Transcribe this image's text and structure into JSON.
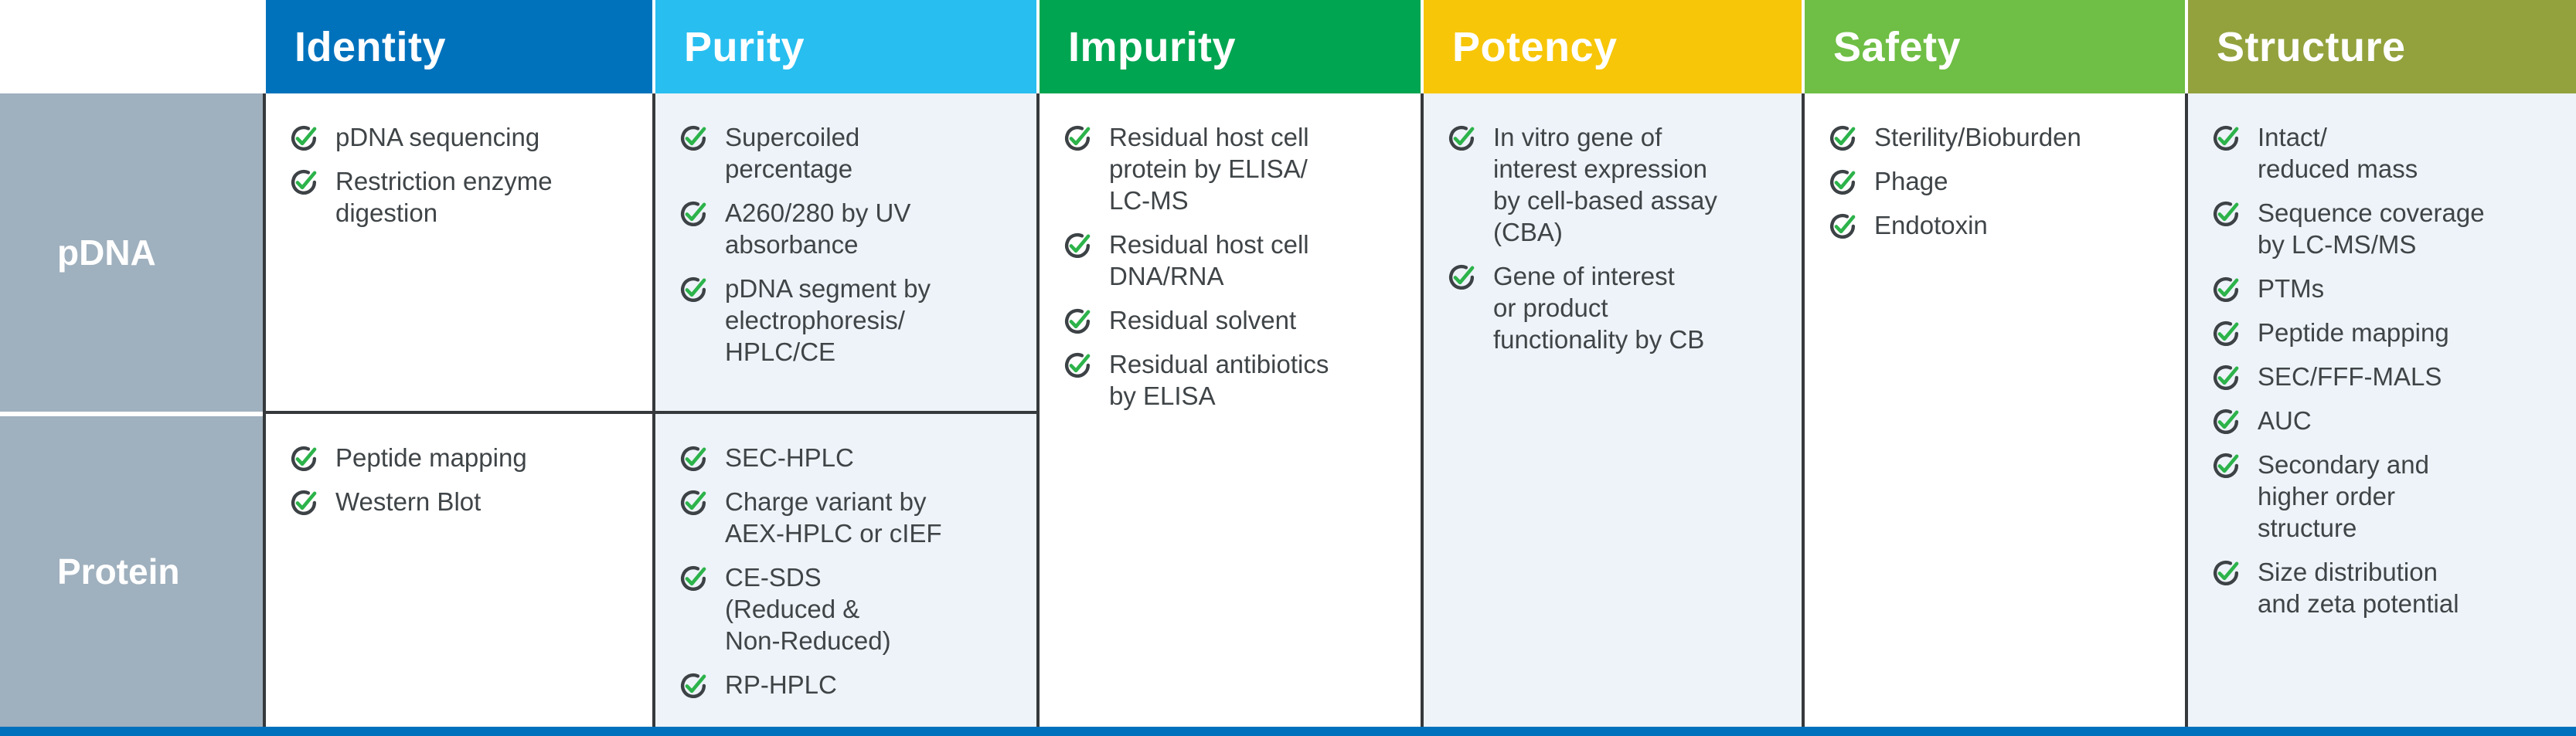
{
  "columns": {
    "identity": {
      "label": "Identity",
      "header_color": "#0072BC"
    },
    "purity": {
      "label": "Purity",
      "header_color": "#28BEF0"
    },
    "impurity": {
      "label": "Impurity",
      "header_color": "#00A551"
    },
    "potency": {
      "label": "Potency",
      "header_color": "#F7C608"
    },
    "safety": {
      "label": "Safety",
      "header_color": "#6FBE45"
    },
    "structure": {
      "label": "Structure",
      "header_color": "#93A23D"
    }
  },
  "rows": {
    "pdna": {
      "label": "pDNA"
    },
    "protein": {
      "label": "Protein"
    }
  },
  "cells": {
    "identity_pdna": {
      "items": [
        "pDNA sequencing",
        "Restriction enzyme\ndigestion"
      ]
    },
    "identity_protein": {
      "items": [
        "Peptide mapping",
        "Western Blot"
      ]
    },
    "purity_pdna": {
      "items": [
        "Supercoiled\npercentage",
        "A260/280 by UV\nabsorbance",
        "pDNA segment by\nelectrophoresis/\nHPLC/CE"
      ]
    },
    "purity_protein": {
      "items": [
        "SEC-HPLC",
        "Charge variant by\nAEX-HPLC or cIEF",
        "CE-SDS\n(Reduced &\nNon-Reduced)",
        "RP-HPLC"
      ]
    },
    "impurity": {
      "items": [
        "Residual host cell\nprotein by ELISA/\nLC-MS",
        "Residual host cell\nDNA/RNA",
        "Residual solvent",
        "Residual antibiotics\nby ELISA"
      ]
    },
    "potency": {
      "items": [
        "In vitro gene of\ninterest expression\nby cell-based assay\n(CBA)",
        "Gene of interest\nor product\nfunctionality by CB"
      ]
    },
    "safety": {
      "items": [
        "Sterility/Bioburden",
        "Phage",
        "Endotoxin"
      ]
    },
    "structure": {
      "items": [
        "Intact/\nreduced mass",
        "Sequence coverage\nby LC-MS/MS",
        "PTMs",
        "Peptide mapping",
        "SEC/FFF-MALS",
        "AUC",
        "Secondary and\nhigher order\nstructure",
        "Size distribution\nand zeta potential"
      ]
    }
  },
  "colors": {
    "row_label_bg": "#9FB0BE",
    "light_cell_bg": "#EDF3F8",
    "divider_dark": "#36393C",
    "bottom_bar": "#0071BC",
    "body_text": "#3F4447",
    "check_green": "#2CB34A",
    "check_ring": "#3C4245"
  },
  "icons": {
    "check": "check-circle-icon"
  }
}
